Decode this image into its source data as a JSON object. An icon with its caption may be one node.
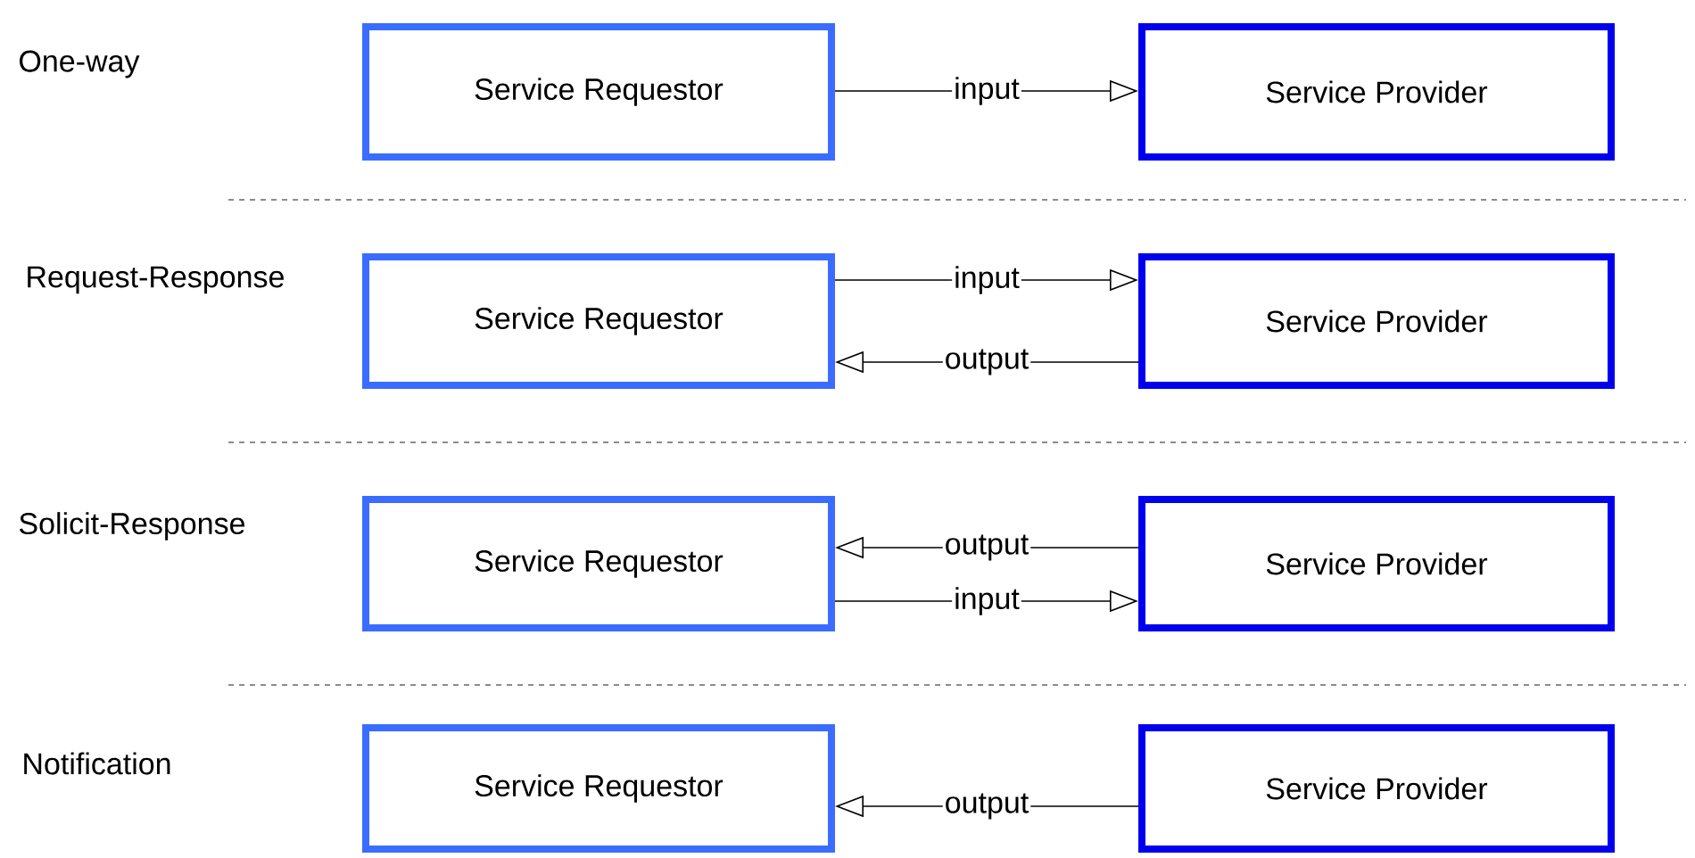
{
  "diagram": {
    "nodes": [
      {
        "text": [
          "Service Requestor"
        ]
      },
      {
        "text": [
          "Service Provider"
        ]
      },
      {
        "text": [
          "Service Requestor"
        ]
      },
      {
        "text": [
          "Service Provider"
        ]
      },
      {
        "text": [
          "Service Requestor"
        ]
      },
      {
        "text": [
          "Service Provider"
        ]
      },
      {
        "text": [
          "Service Requestor"
        ]
      },
      {
        "text": [
          "Service Provider"
        ]
      }
    ],
    "edges": [
      {
        "from": 0,
        "to": 1,
        "arrow": "to",
        "label": "input"
      },
      {
        "from": 2,
        "to": 3,
        "arrow": "to",
        "label": "input"
      },
      {
        "from": 3,
        "to": 2,
        "arrow": "to",
        "label": "output"
      },
      {
        "from": 5,
        "to": 4,
        "arrow": "to",
        "label": "output"
      },
      {
        "from": 4,
        "to": 5,
        "arrow": "to",
        "label": "input"
      },
      {
        "from": 7,
        "to": 6,
        "arrow": "to",
        "label": "output"
      }
    ],
    "labels": [
      "One-way",
      "Request-Response",
      "Solicit-Response",
      "Notification"
    ]
  }
}
